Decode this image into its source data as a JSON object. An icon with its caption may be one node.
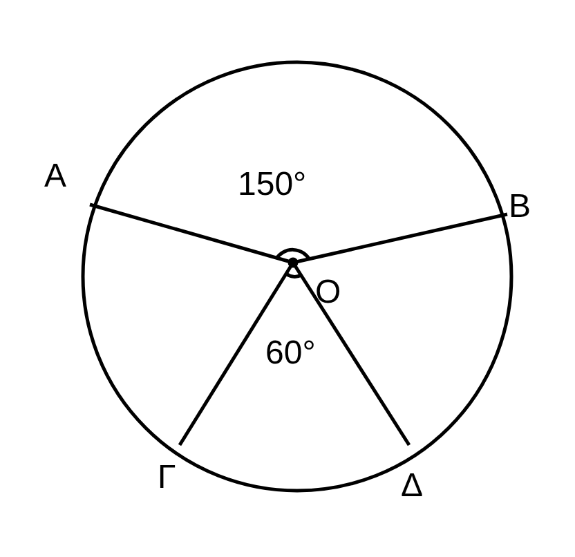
{
  "diagram": {
    "labels": [
      "A",
      "150°",
      "B",
      "O",
      "60°",
      "Γ",
      "Δ"
    ]
  }
}
